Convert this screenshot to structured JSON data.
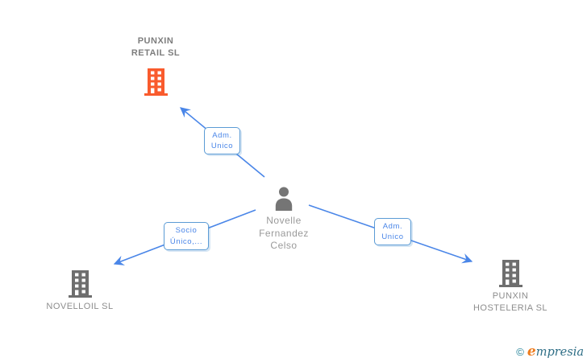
{
  "nodes": {
    "retail": {
      "line1": "PUNXIN",
      "line2": "RETAIL SL",
      "icon": "building-icon",
      "icon_color": "#f95b2d"
    },
    "person": {
      "line1": "Novelle",
      "line2": "Fernandez",
      "line3": "Celso",
      "icon": "person-icon",
      "icon_color": "#757575"
    },
    "novelloil": {
      "line1": "NOVELLOIL  SL",
      "icon": "building-icon",
      "icon_color": "#6e6e6e"
    },
    "hosteleria": {
      "line1": "PUNXIN",
      "line2": "HOSTELERIA SL",
      "icon": "building-icon",
      "icon_color": "#6e6e6e"
    }
  },
  "edges": [
    {
      "from": "person",
      "to": "retail",
      "line1": "Adm.",
      "line2": "Unico"
    },
    {
      "from": "person",
      "to": "novelloil",
      "line1": "Socio",
      "line2": "Único,..."
    },
    {
      "from": "person",
      "to": "hosteleria",
      "line1": "Adm.",
      "line2": "Unico"
    }
  ],
  "footer": {
    "copyright": "©",
    "logo_e": "e",
    "logo_rest": "mpresia"
  },
  "colors": {
    "edge_blue": "#4a86e8",
    "box_border_blue": "#5b9bd5",
    "accent_orange": "#f95b2d",
    "building_gray": "#6e6e6e",
    "logo_teal": "#1d7f96",
    "logo_orange": "#ee7c1e"
  }
}
